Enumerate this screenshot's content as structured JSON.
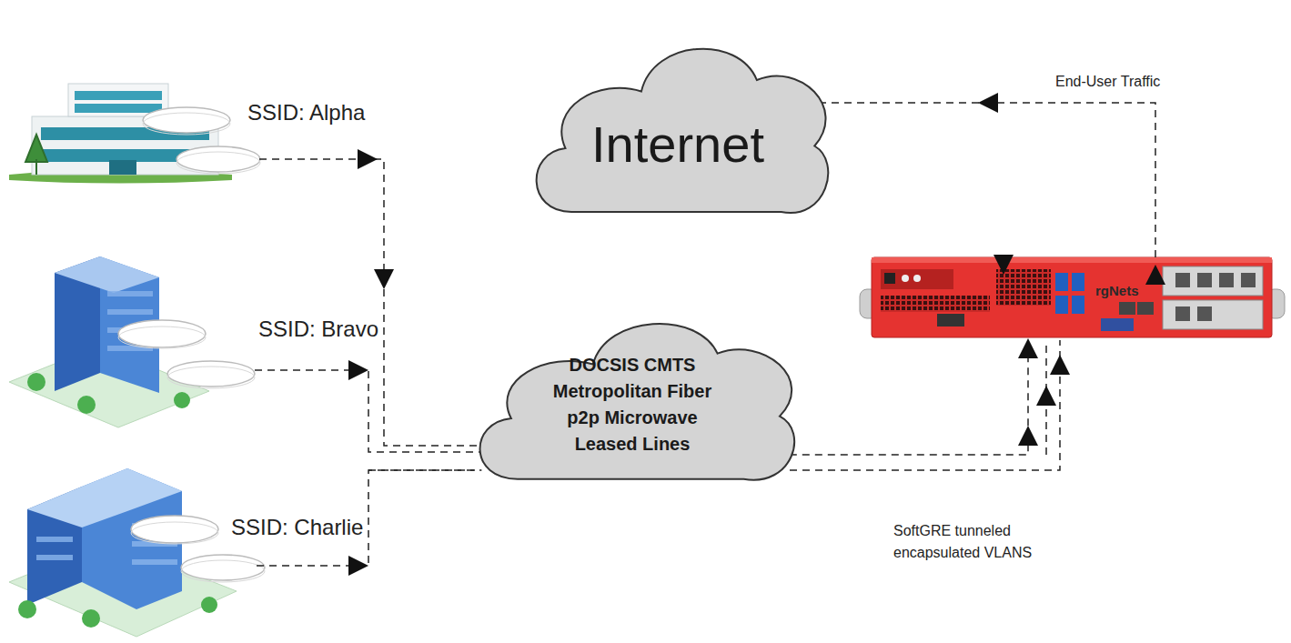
{
  "diagram": {
    "nodes": [
      {
        "text": [
          "SSID: Alpha"
        ]
      },
      {
        "text": [
          "SSID: Bravo"
        ]
      },
      {
        "text": [
          "SSID: Charlie"
        ]
      },
      {
        "text": [
          "Internet"
        ]
      },
      {
        "text": [
          "DOCSIS CMTS Metropolitan Fiber p2p Microwave Leased Lines"
        ]
      },
      {
        "text": [
          "rgNets"
        ]
      }
    ],
    "edges": [
      {
        "from": 0,
        "to": 4,
        "arrow": "to"
      },
      {
        "from": 1,
        "to": 4,
        "arrow": "to"
      },
      {
        "from": 2,
        "to": 4,
        "arrow": "to"
      },
      {
        "from": 4,
        "to": 5,
        "arrow": "to",
        "label": "SoftGRE tunneled encapsulated VLANS"
      },
      {
        "from": 5,
        "to": 3,
        "arrow": "to",
        "label": "End-User Traffic"
      }
    ]
  }
}
